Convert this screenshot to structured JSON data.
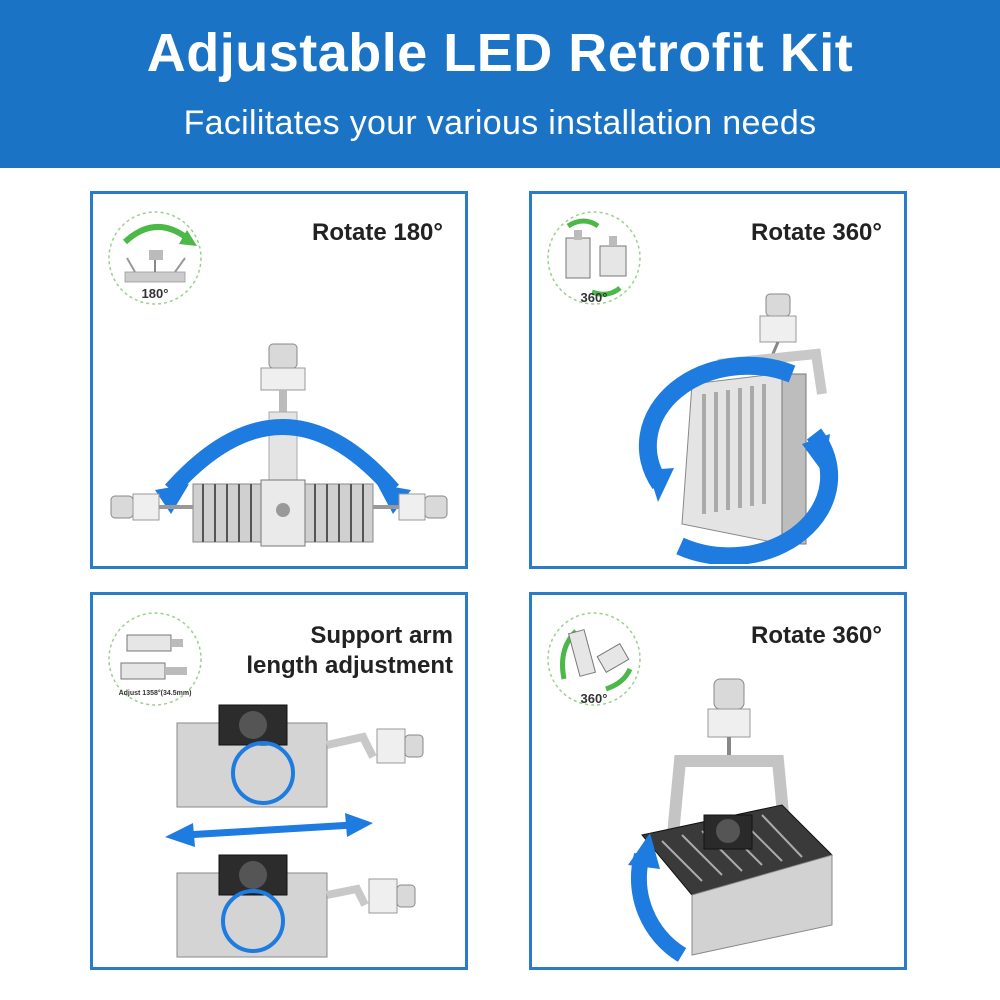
{
  "header": {
    "title": "Adjustable LED Retrofit Kit",
    "subtitle": "Facilitates your various installation needs"
  },
  "panels": [
    {
      "caption": "Rotate 180°",
      "inset_label": "180°"
    },
    {
      "caption": "Rotate 360°",
      "inset_label": "360°"
    },
    {
      "caption_line1": "Support arm",
      "caption_line2": "length adjustment",
      "inset_label": "Adjust 1358°(34.5mm)"
    },
    {
      "caption": "Rotate 360°",
      "inset_label": "360°"
    }
  ],
  "colors": {
    "banner": "#1a73c4",
    "panel_border": "#2a7bc8",
    "arrow_blue": "#1e7be0",
    "inset_green": "#4cb848"
  }
}
